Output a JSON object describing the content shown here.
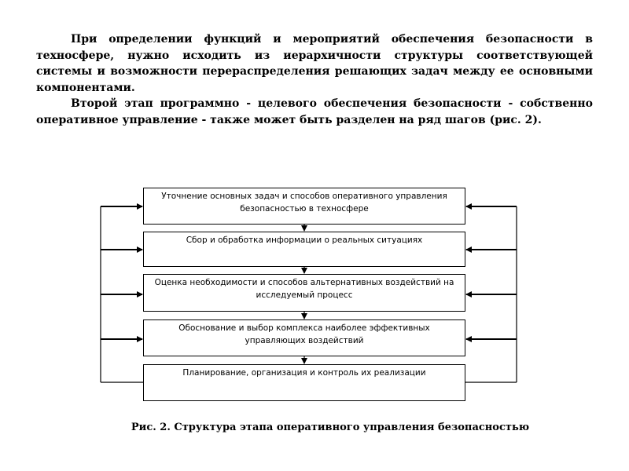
{
  "intro": {
    "paragraph_1": "При определении функций и мероприятий обеспечения безопасности в техносфере, нужно исходить из иерархичности структуры соответствующей системы и возможности перераспределения решающих задач между ее основными компонентами.",
    "paragraph_2": "Второй этап программно - целевого обеспечения безопасности - собственно оперативное управление - также может быть разделен на ряд шагов (рис. 2)."
  },
  "diagram": {
    "steps": [
      {
        "text": "Уточнение основных задач и способов оперативного управления безопасностью в техносфере"
      },
      {
        "text": "Сбор и обработка информации о реальных ситуациях"
      },
      {
        "text": "Оценка необходимости и способов альтернативных воздействий на исследуемый процесс"
      },
      {
        "text": "Обоснование и выбор комплекса наиболее эффективных управляющих воздействий"
      },
      {
        "text": "Планирование, организация и контроль их реализации"
      }
    ],
    "caption": "Рис. 2. Структура этапа оперативного управления безопасностью"
  }
}
